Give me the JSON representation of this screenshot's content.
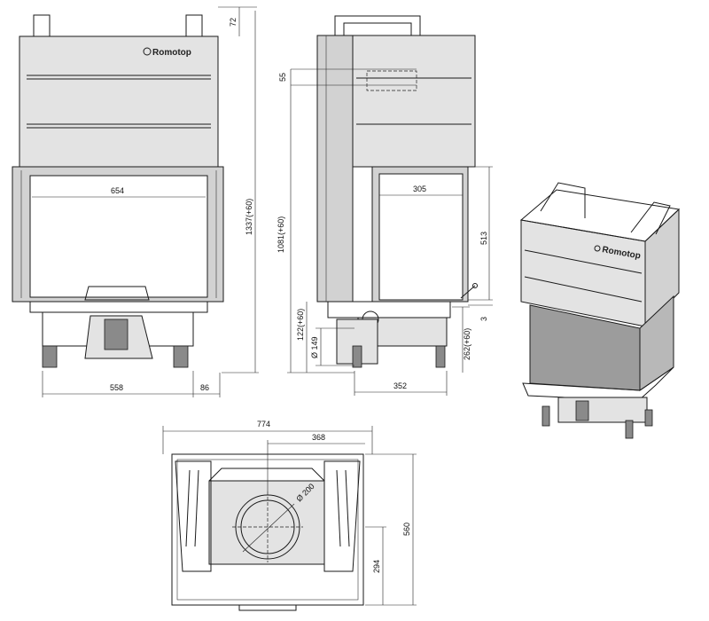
{
  "brand": {
    "logo_text": "Romotop"
  },
  "dimensions": {
    "front_top_height": "72",
    "front_total_height": "1337(+60)",
    "front_glass_width": "654",
    "front_width": "558",
    "front_side": "86",
    "side_top_offset": "55",
    "side_height": "1081(+60)",
    "side_glass_width": "305",
    "side_glass_height": "513",
    "side_small_gap": "3",
    "side_bottom_rear": "122(+60)",
    "side_flue_diameter": "Ø 149",
    "side_bottom_front": "262(+60)",
    "side_depth": "352",
    "plan_width": "774",
    "plan_half_width": "368",
    "plan_flue_diameter": "Ø 200",
    "plan_depth": "560",
    "plan_half_depth": "294"
  }
}
